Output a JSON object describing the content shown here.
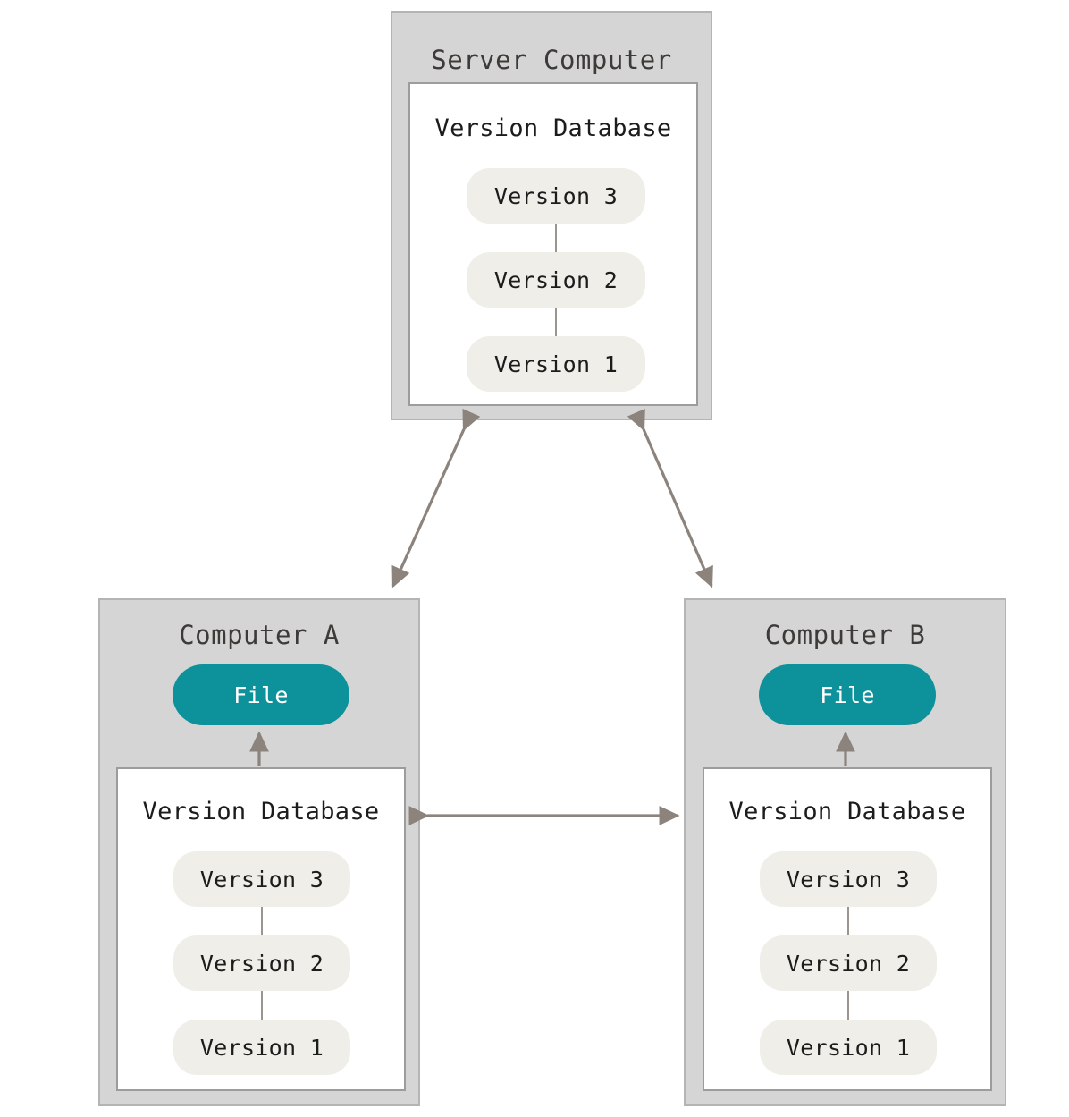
{
  "diagram": {
    "type": "centralized-version-control-architecture",
    "colors": {
      "machine_fill": "#D5D5D5",
      "machine_border": "#B4B4B4",
      "vdb_fill": "#FFFFFF",
      "vdb_border": "#9C9C9C",
      "pill_fill": "#EFEEE8",
      "pill_text": "#1C1C1C",
      "file_fill": "#0D919A",
      "file_text": "#FFFFFF",
      "arrow": "#8C847C",
      "title_text": "#3D3A38",
      "background": "#FFFFFF"
    }
  },
  "server": {
    "title": "Server Computer",
    "database": {
      "title": "Version Database",
      "versions": [
        {
          "label": "Version 3"
        },
        {
          "label": "Version 2"
        },
        {
          "label": "Version 1"
        }
      ]
    }
  },
  "computer_a": {
    "title": "Computer A",
    "file": {
      "label": "File"
    },
    "database": {
      "title": "Version Database",
      "versions": [
        {
          "label": "Version 3"
        },
        {
          "label": "Version 2"
        },
        {
          "label": "Version 1"
        }
      ]
    }
  },
  "computer_b": {
    "title": "Computer B",
    "file": {
      "label": "File"
    },
    "database": {
      "title": "Version Database",
      "versions": [
        {
          "label": "Version 3"
        },
        {
          "label": "Version 2"
        },
        {
          "label": "Version 1"
        }
      ]
    }
  },
  "connections": [
    {
      "name": "server-to-computer-a",
      "style": "double-arrow",
      "orientation": "diagonal"
    },
    {
      "name": "server-to-computer-b",
      "style": "double-arrow",
      "orientation": "diagonal"
    },
    {
      "name": "computer-a-to-computer-b",
      "style": "double-arrow",
      "orientation": "horizontal"
    },
    {
      "name": "computer-a-db-to-file",
      "style": "single-arrow",
      "orientation": "vertical-up"
    },
    {
      "name": "computer-b-db-to-file",
      "style": "single-arrow",
      "orientation": "vertical-up"
    }
  ]
}
